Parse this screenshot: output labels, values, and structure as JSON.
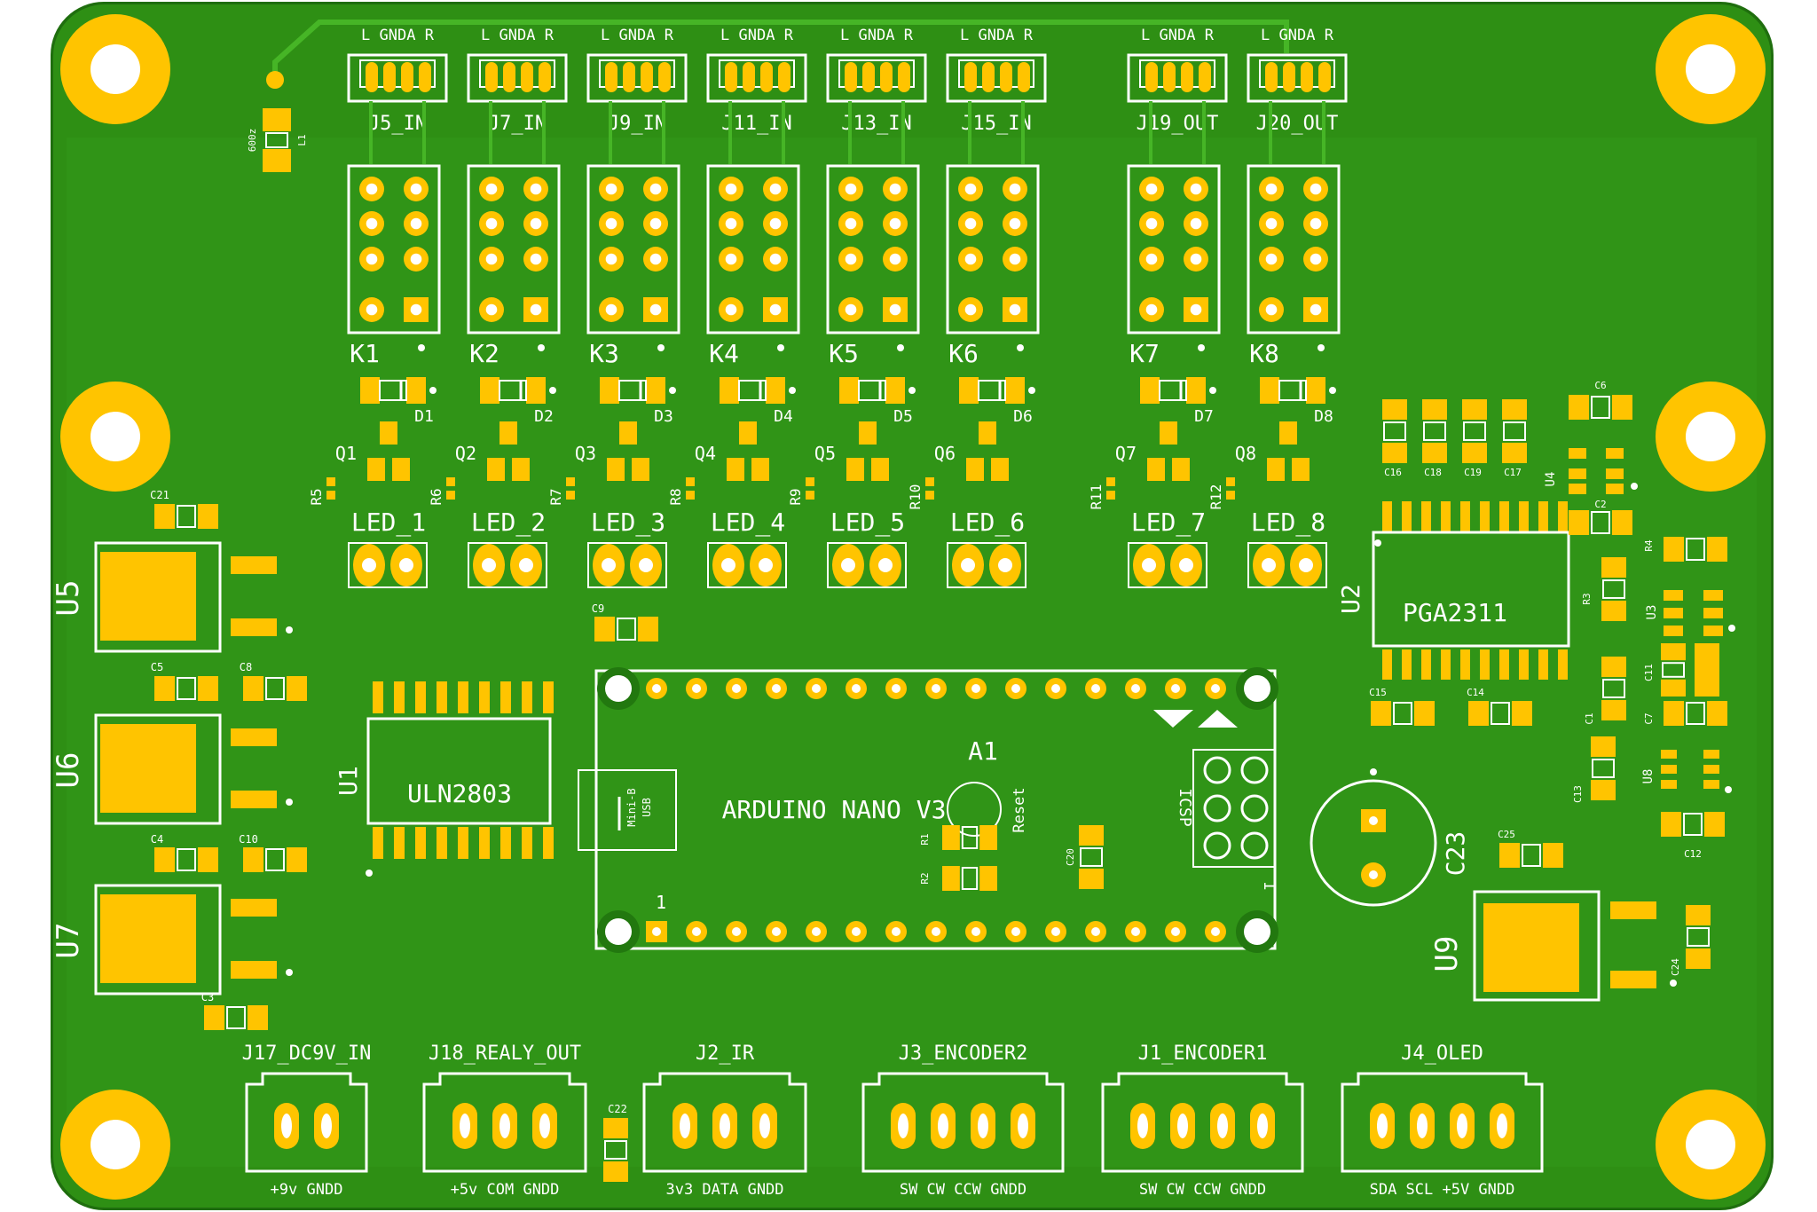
{
  "colors": {
    "board": "#2e8f14",
    "board_edge": "#1f6e0e",
    "copper": "#ffc400",
    "silk": "#ffffff",
    "hole": "#ffffff",
    "trace": "#3aa51c"
  },
  "top_connectors": [
    {
      "ref": "J5_IN",
      "pins": "L  GNDA  R"
    },
    {
      "ref": "J7_IN",
      "pins": "L  GNDA  R"
    },
    {
      "ref": "J9_IN",
      "pins": "L  GNDA  R"
    },
    {
      "ref": "J11_IN",
      "pins": "L  GNDA  R"
    },
    {
      "ref": "J13_IN",
      "pins": "L  GNDA  R"
    },
    {
      "ref": "J15_IN",
      "pins": "L  GNDA  R"
    },
    {
      "ref": "J19_OUT",
      "pins": "L  GNDA  R"
    },
    {
      "ref": "J20_OUT",
      "pins": "L  GNDA  R"
    }
  ],
  "relays": [
    "K1",
    "K2",
    "K3",
    "K4",
    "K5",
    "K6",
    "K7",
    "K8"
  ],
  "diodes": [
    "D1",
    "D2",
    "D3",
    "D4",
    "D5",
    "D6",
    "D7",
    "D8"
  ],
  "transistors": [
    "Q1",
    "Q2",
    "Q3",
    "Q4",
    "Q5",
    "Q6",
    "Q7",
    "Q8"
  ],
  "leds": [
    "LED_1",
    "LED_2",
    "LED_3",
    "LED_4",
    "LED_5",
    "LED_6",
    "LED_7",
    "LED_8"
  ],
  "resistors_row": [
    "R5",
    "R6",
    "R7",
    "R8",
    "R9",
    "R10",
    "R11",
    "R12"
  ],
  "inductor": {
    "ref": "L1",
    "value": "600z"
  },
  "regulators": [
    "U5",
    "U6",
    "U7",
    "U9"
  ],
  "caps_left": [
    "C21",
    "C5",
    "C8",
    "C4",
    "C10",
    "C3",
    "C9",
    "C22"
  ],
  "ic_u1": {
    "ref": "U1",
    "part": "ULN2803"
  },
  "ic_u2": {
    "ref": "U2",
    "part": "PGA2311"
  },
  "u3": "U3",
  "u4": "U4",
  "u8": "U8",
  "right_caps": [
    "C16",
    "C18",
    "C19",
    "C17",
    "C6",
    "C2",
    "R4",
    "R3",
    "C11",
    "C7",
    "C1",
    "C13",
    "C12",
    "C15",
    "C14",
    "C25",
    "C24"
  ],
  "arduino": {
    "ref": "A1",
    "name": "ARDUINO NANO V3",
    "usb": "Mini-B",
    "usb2": "USB",
    "reset": "Reset",
    "icsp": "ICSP",
    "pin1": "1",
    "pin1b": "1",
    "r1": "R1",
    "r2": "R2",
    "c20": "C20"
  },
  "c23": "C23",
  "bottom_connectors": [
    {
      "ref": "J17_DC9V_IN",
      "pins": "+9v  GNDD"
    },
    {
      "ref": "J18_REALY_OUT",
      "pins": "+5v  COM  GNDD"
    },
    {
      "ref": "J2_IR",
      "pins": "3v3  DATA  GNDD"
    },
    {
      "ref": "J3_ENCODER2",
      "pins": "SW  CW  CCW  GNDD"
    },
    {
      "ref": "J1_ENCODER1",
      "pins": "SW  CW  CCW  GNDD"
    },
    {
      "ref": "J4_OLED",
      "pins": "SDA  SCL  +5V  GNDD"
    }
  ]
}
